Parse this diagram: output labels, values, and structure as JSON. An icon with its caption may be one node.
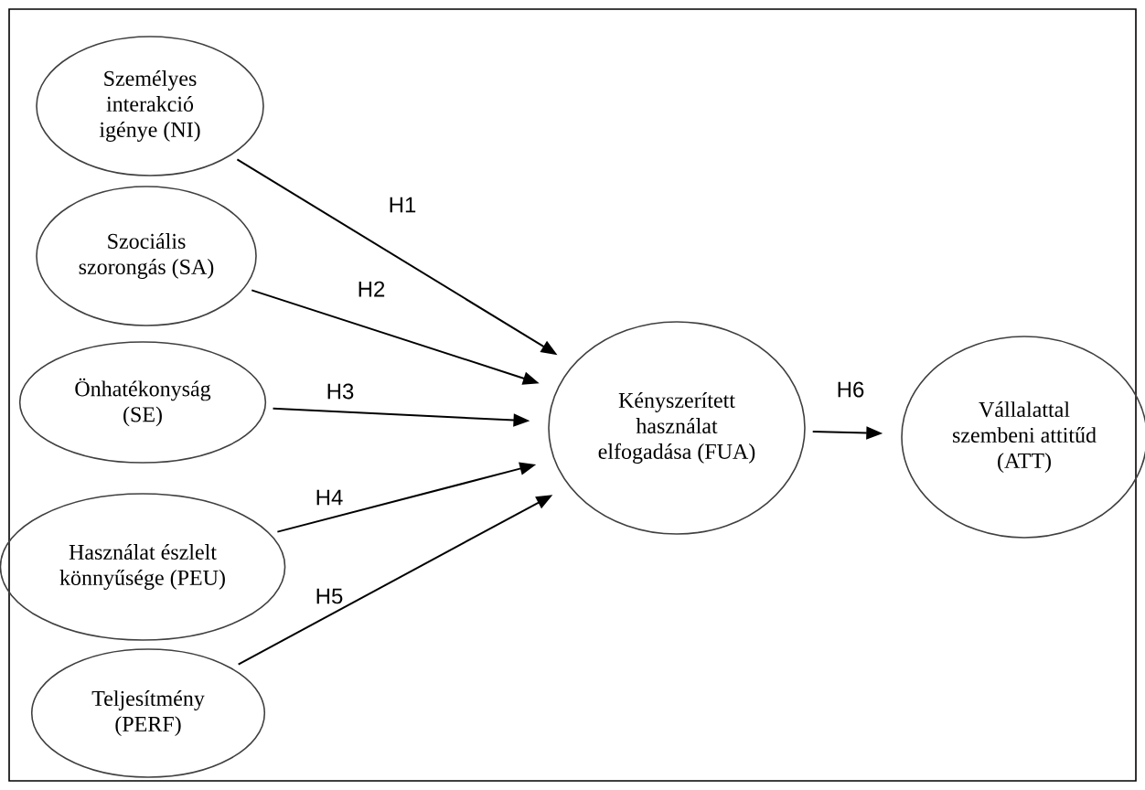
{
  "diagram": {
    "nodes": [
      {
        "text": [
          "Személyes interakció igénye (NI)"
        ]
      },
      {
        "text": [
          "Szociális szorongás (SA)"
        ]
      },
      {
        "text": [
          "Önhatékonyság (SE)"
        ]
      },
      {
        "text": [
          "Használat észlelt könnyűsége (PEU)"
        ]
      },
      {
        "text": [
          "Teljesítmény (PERF)"
        ]
      },
      {
        "text": [
          "Kényszerített használat elfogadása (FUA)"
        ]
      },
      {
        "text": [
          "Vállalattal szembeni attitűd (ATT)"
        ]
      }
    ],
    "edges": [
      {
        "from": 0,
        "to": 5,
        "arrow": "to",
        "label": "H1"
      },
      {
        "from": 1,
        "to": 5,
        "arrow": "to",
        "label": "H2"
      },
      {
        "from": 2,
        "to": 5,
        "arrow": "to",
        "label": "H3"
      },
      {
        "from": 3,
        "to": 5,
        "arrow": "to",
        "label": "H4"
      },
      {
        "from": 4,
        "to": 5,
        "arrow": "to",
        "label": "H5"
      },
      {
        "from": 5,
        "to": 6,
        "arrow": "to",
        "label": "H6"
      }
    ]
  }
}
